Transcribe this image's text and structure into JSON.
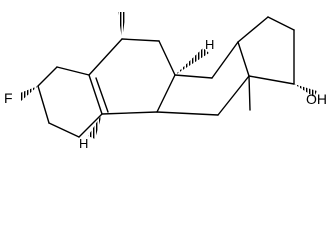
{
  "diagram": {
    "type": "skeletal-structure",
    "atom_labels": {
      "fluorine": "F",
      "hydroxyl": "OH",
      "h_top": "H",
      "h_bottom": "H"
    }
  }
}
